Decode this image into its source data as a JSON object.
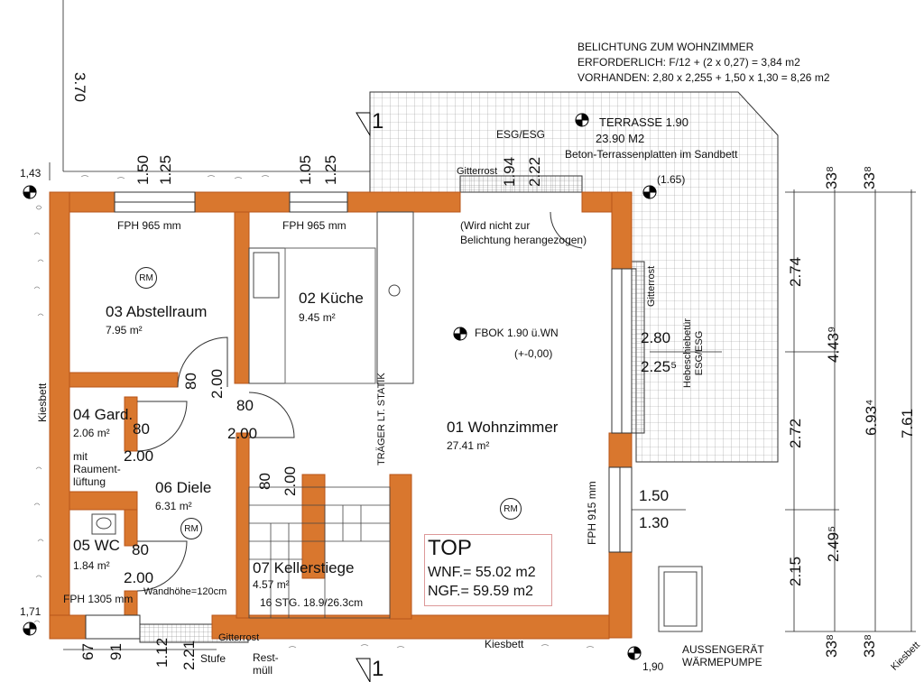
{
  "notes": {
    "line1": "BELICHTUNG ZUM WOHNZIMMER",
    "line2": "ERFORDERLICH: F/12 + (2 x 0,27) = 3,84 m2",
    "line3": "VORHANDEN: 2,80 x 2,255 + 1,50 x 1,30 = 8,26 m2"
  },
  "colors": {
    "wall": "#D9772E",
    "wall_dark": "#B8561A"
  },
  "terrace": {
    "name": "TERRASSE 1.90",
    "area": "23.90 M2",
    "material": "Beton-Terrassenplatten im Sandbett",
    "level": "(1.65)"
  },
  "rooms": {
    "abstellraum": {
      "name": "03 Abstellraum",
      "area": "7.95 m²",
      "badge": "RM"
    },
    "kueche": {
      "name": "02 Küche",
      "area": "9.45 m²"
    },
    "wohnzimmer": {
      "name": "01 Wohnzimmer",
      "area": "27.41 m²",
      "badge": "RM"
    },
    "garderobe": {
      "name": "04 Gard.",
      "area": "2.06 m²",
      "note": "mit\nRaument-\nlüftung"
    },
    "diele": {
      "name": "06 Diele",
      "area": "6.31 m²",
      "badge": "RM"
    },
    "wc": {
      "name": "05 WC",
      "area": "1.84 m²"
    },
    "kellerstiege": {
      "name": "07 Kellerstiege",
      "area": "4.57 m²",
      "steps": "16 STG. 18.9/26.3cm"
    }
  },
  "labels": {
    "fph_left": "FPH 965 mm",
    "fph_mid": "FPH 965 mm",
    "fph_right": "FPH 915 mm",
    "fph_wc": "FPH 1305 mm",
    "esg": "ESG/ESG",
    "gitterrost_top": "Gitterrost",
    "gitterrost_right": "Gitterrost",
    "gitterrost_bottom": "Gitterrost",
    "not_used": "(Wird nicht zur\nBelichtung herangezogen)",
    "fbok": "FBOK 1.90 ü.WN",
    "fbok_sub": "(+-0,00)",
    "traeger": "TRÄGER LT. STATIK",
    "hebe": "Hebeschiebetür\nESG/ESG",
    "kiesbett_left": "Kiesbett",
    "kiesbett_bottom": "Kiesbett",
    "kiesbett_corner": "Kiesbett",
    "wandhoehe": "Wandhöhe=120cm",
    "stufe": "Stufe",
    "restmuell": "Rest-\nmüll",
    "aussen": "AUSSENGERÄT\nWÄRMEPUMPE",
    "section_mark": "1",
    "level_143": "1,43",
    "level_171": "1,71",
    "level_190": "1,90"
  },
  "top": {
    "title": "TOP",
    "wnf": "WNF.= 55.02 m2",
    "ngf": "NGF.= 59.59 m2"
  },
  "dims": {
    "d370": "3.70",
    "d150a": "1.50",
    "d125a": "1.25",
    "d105": "1.05",
    "d125b": "1.25",
    "d194": "1.94",
    "d222": "2.22",
    "d80a": "80",
    "d200a": "2.00",
    "d80b": "80",
    "d200b": "2.00",
    "d80c": "80",
    "d200c": "2.00",
    "d80d": "80",
    "d200d": "2.00",
    "d80e": "80",
    "d200e": "2.00",
    "d280": "2.80",
    "d2255": "2.25⁵",
    "d150b": "1.50",
    "d130": "1.30",
    "d274": "2.74",
    "d272": "2.72",
    "d215": "2.15",
    "d4439": "4.43⁹",
    "d2495": "2.49⁵",
    "d6934": "6.93⁴",
    "d761": "7.61",
    "d338a": "33⁸",
    "d338b": "33⁸",
    "d338c": "33⁸",
    "d338d": "33⁸",
    "d67": "67",
    "d91": "91",
    "d112": "1.12",
    "d221": "2.21"
  }
}
